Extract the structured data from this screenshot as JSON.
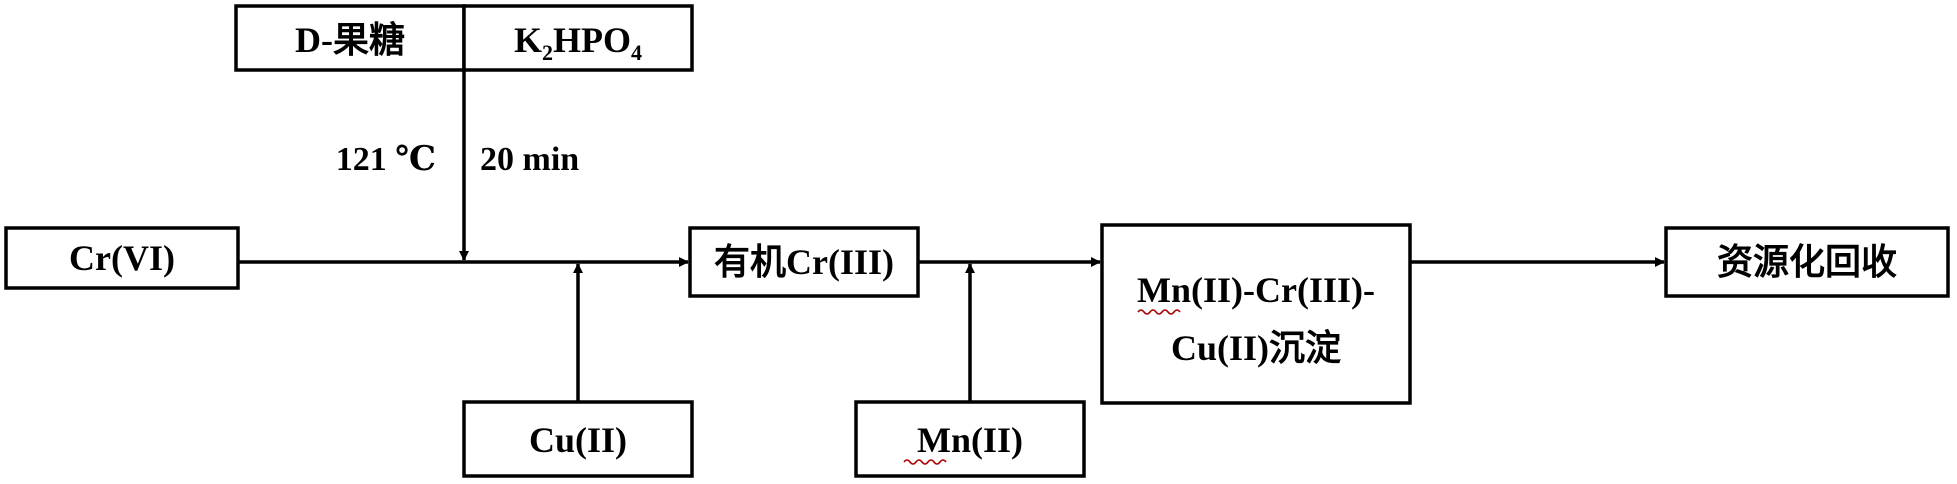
{
  "reagents": {
    "left": "D-果糖",
    "right_base": "K",
    "right_sub1": "2",
    "right_mid": "HPO",
    "right_sub2": "4"
  },
  "conditions": {
    "temperature": "121 ℃",
    "time": "20 min"
  },
  "nodes": {
    "start": "Cr(VI)",
    "cu_input": "Cu(II)",
    "organic_cr": "有机Cr(III)",
    "mn_input": "Mn(II)",
    "precipitate_line1": "Mn(II)-Cr(III)-",
    "precipitate_line2": "Cu(II)沉淀",
    "end": "资源化回收"
  },
  "colors": {
    "line": "#000000",
    "spellcheck_underline": "#b00000"
  }
}
